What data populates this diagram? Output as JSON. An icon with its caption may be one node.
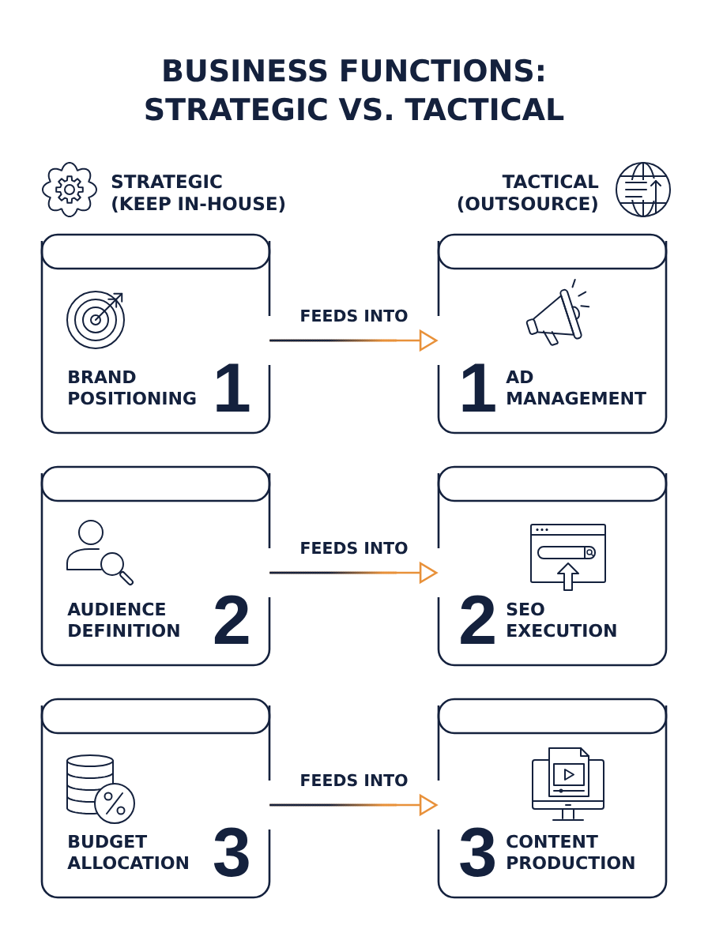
{
  "diagram": {
    "title": "BUSINESS FUNCTIONS: STRATEGIC VS. TACTICAL",
    "nodes": [
      {
        "text": [
          "BRAND POSITIONING",
          "1"
        ]
      },
      {
        "text": [
          "1",
          "AD MANAGEMENT"
        ]
      },
      {
        "text": [
          "AUDIENCE DEFINITION",
          "2"
        ]
      },
      {
        "text": [
          "2",
          "SEO EXECUTION"
        ]
      },
      {
        "text": [
          "BUDGET ALLOCATION",
          "3"
        ]
      },
      {
        "text": [
          "3",
          "CONTENT PRODUCTION"
        ]
      }
    ],
    "edges": [
      {
        "from": 0,
        "to": 1,
        "arrow": "to",
        "label": "FEEDS INTO"
      },
      {
        "from": 2,
        "to": 3,
        "arrow": "to",
        "label": "FEEDS INTO"
      },
      {
        "from": 4,
        "to": 5,
        "arrow": "to",
        "label": "FEEDS INTO"
      }
    ],
    "labels": [
      "STRATEGIC (KEEP IN-HOUSE)",
      "TACTICAL (OUTSOURCE)"
    ]
  }
}
